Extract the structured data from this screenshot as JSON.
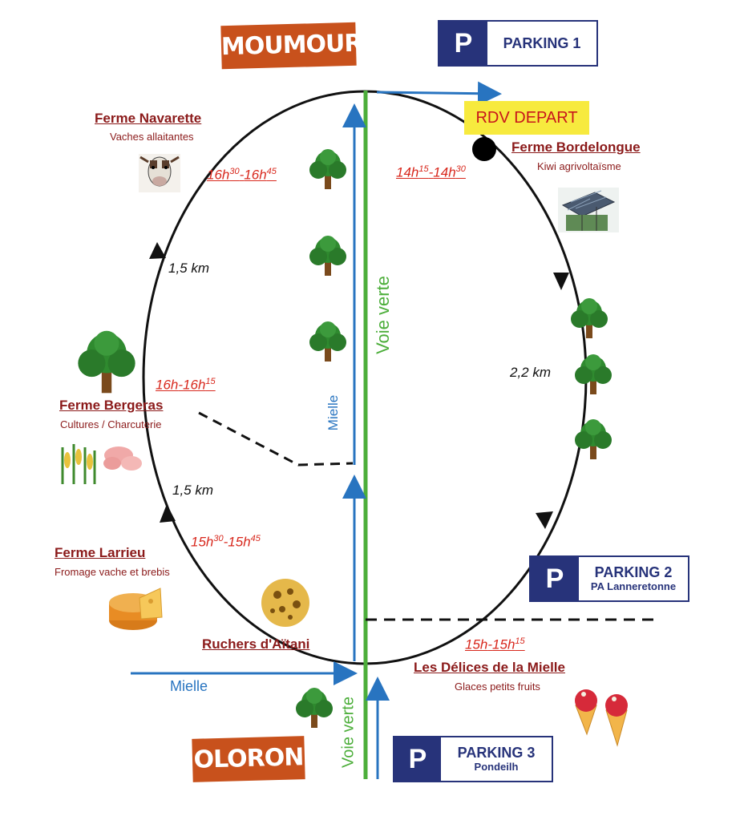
{
  "towns": {
    "north": "MOUMOUR",
    "south": "OLORON"
  },
  "rdv": "RDV DEPART",
  "parkings": [
    {
      "letter": "P",
      "name": "PARKING 1",
      "sub": ""
    },
    {
      "letter": "P",
      "name": "PARKING 2",
      "sub": "PA Lanneretonne"
    },
    {
      "letter": "P",
      "name": "PARKING 3",
      "sub": "Pondeilh"
    }
  ],
  "stops": [
    {
      "name": "Ferme Navarette",
      "desc": "Vaches allaitantes",
      "icon": "cow-icon"
    },
    {
      "name": "Ferme Bordelongue",
      "desc": "Kiwi agrivoltaïsme",
      "icon": "solar-panel-icon"
    },
    {
      "name": "Ferme Bergeras",
      "desc": "Cultures  / Charcuterie",
      "icon": "pigs-corn-icon"
    },
    {
      "name": "Ferme Larrieu",
      "desc": "Fromage vache et brebis",
      "icon": "cheese-icon"
    },
    {
      "name": "Ruchers  d'Aïtani",
      "desc": "",
      "icon": "honeycomb-icon"
    },
    {
      "name": "Les Délices de  la Mielle",
      "desc": "Glaces petits fruits",
      "icon": "ice-cream-icon"
    }
  ],
  "times": {
    "navarette": {
      "a": "16h",
      "a_sup": "30",
      "sep": "-",
      "b": "16h",
      "b_sup": "45"
    },
    "bordelongue": {
      "a": "14h",
      "a_sup": "15",
      "sep": "-",
      "b": "14h",
      "b_sup": "30"
    },
    "bergeras": {
      "a": "16h",
      "a_sup": "",
      "sep": "-",
      "b": "16h",
      "b_sup": "15"
    },
    "larrieu": {
      "a": "15h",
      "a_sup": "30",
      "sep": "-",
      "b": "15h",
      "b_sup": "45"
    },
    "delices": {
      "a": "15h",
      "a_sup": "",
      "sep": "-",
      "b": "15h",
      "b_sup": "15"
    }
  },
  "distances": {
    "top_left": "1,5 km",
    "right": "2,2 km",
    "bottom_left": "1,5 km"
  },
  "roads": {
    "voie_verte": "Voie verte",
    "mielle": "Mielle"
  },
  "colors": {
    "town": "#c8511c",
    "parking": "#27337a",
    "farm": "#8b1a1a",
    "time": "#d8281d",
    "voie_verte": "#4cae3a",
    "mielle": "#2874c0",
    "rdv_bg": "#f7ea3e"
  }
}
